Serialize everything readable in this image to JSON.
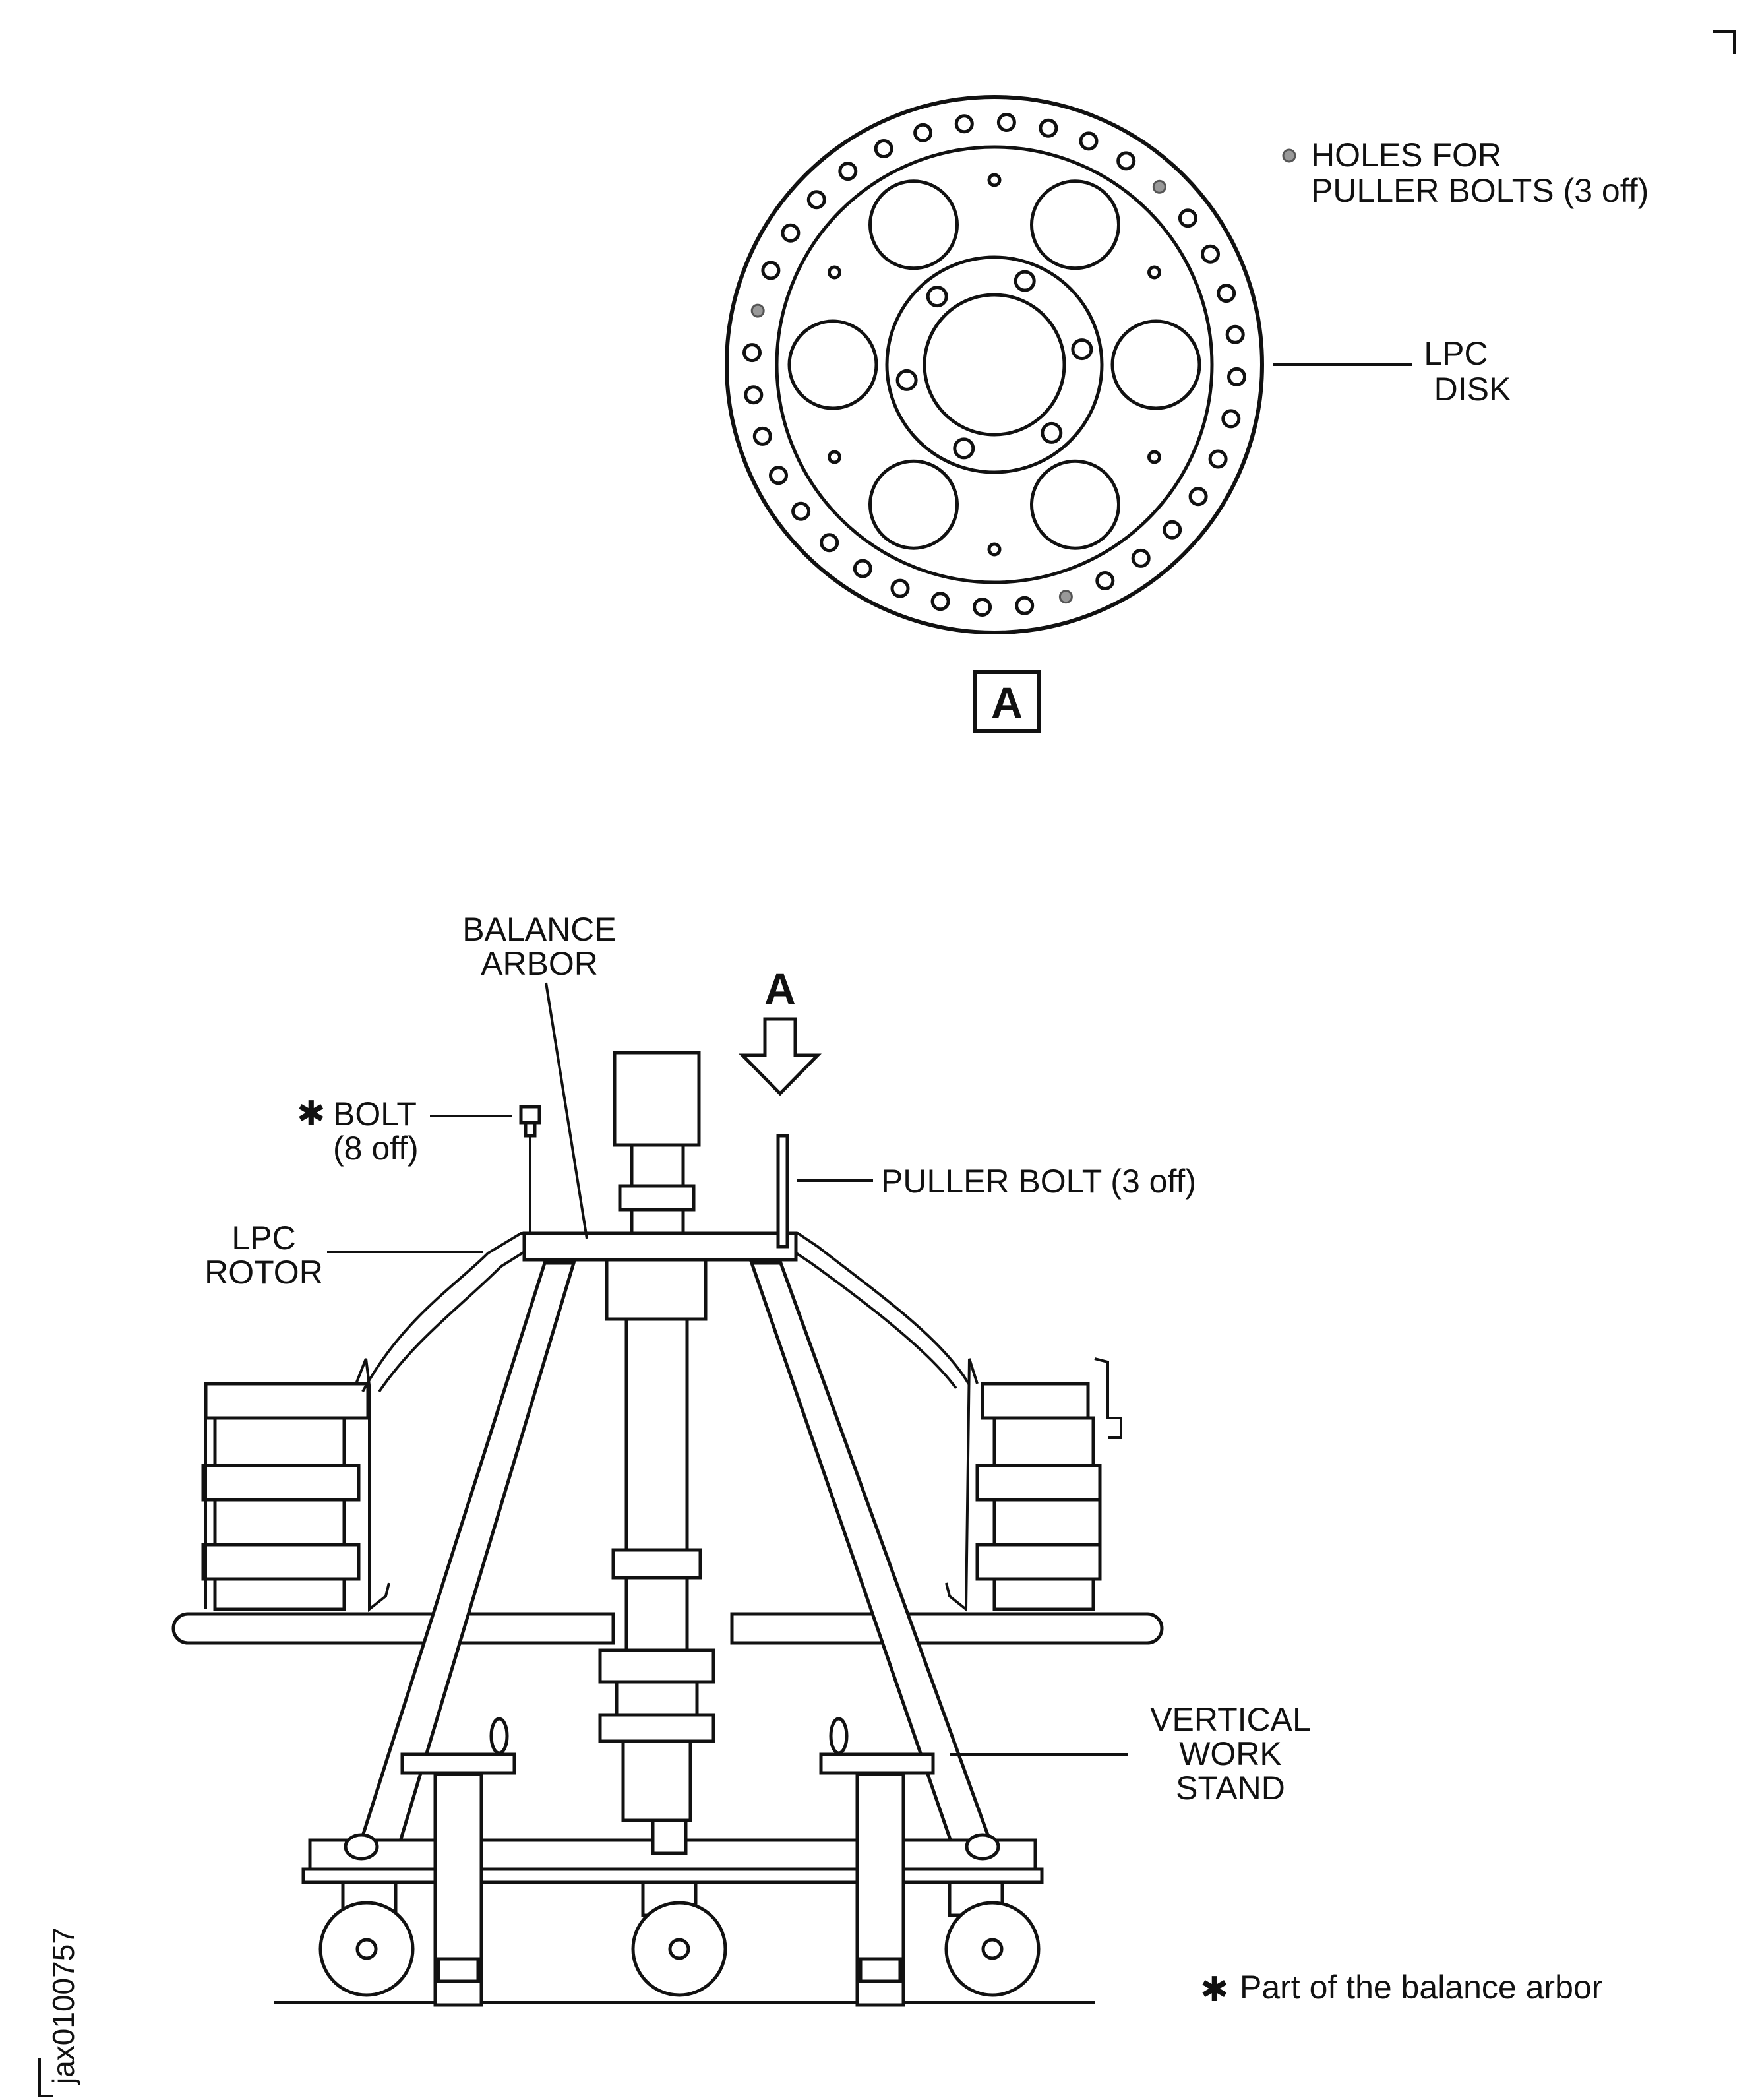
{
  "view_a": {
    "legend_holes_line1": "HOLES FOR",
    "legend_holes_line2": "PULLER BOLTS (3 off)",
    "disk_label_line1": "LPC",
    "disk_label_line2": "DISK",
    "view_tag": "A"
  },
  "assembly": {
    "balance_arbor_line1": "BALANCE",
    "balance_arbor_line2": "ARBOR",
    "view_arrow_label": "A",
    "bolt_line1": "BOLT",
    "bolt_line2": "(8 off)",
    "puller_bolt": "PULLER BOLT (3 off)",
    "lpc_rotor_line1": "LPC",
    "lpc_rotor_line2": "ROTOR",
    "stand_line1": "VERTICAL",
    "stand_line2": "WORK",
    "stand_line3": "STAND"
  },
  "footnote": {
    "asterisk": "✱",
    "text": "Part of the balance arbor"
  },
  "figure_id": "jax0100757"
}
